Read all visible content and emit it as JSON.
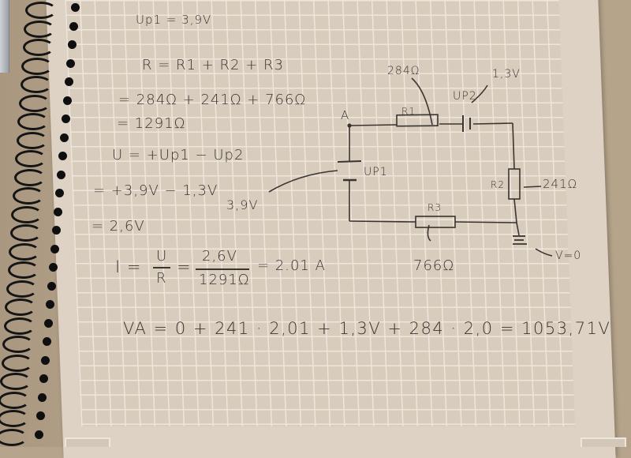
{
  "notes": {
    "up1_given": "Up1 = 3,9V",
    "resistance_formula": "R = R1 + R2 + R3",
    "resistance_values": "= 284Ω + 241Ω + 766Ω",
    "resistance_total": "= 1291Ω",
    "voltage_formula": "U = +Up1 − Up2",
    "voltage_values": "= +3,9V − 1,3V",
    "voltage_result": "= 2,6V",
    "current_label": "I =",
    "current_fraction_num": "U",
    "current_fraction_den": "R",
    "current_equals": "=",
    "current_value_num": "2,6V",
    "current_value_den": "1291Ω",
    "current_result": "= 2.01 A",
    "va_equation": "VA =  0  + 241 · 2,01 + 1,3V + 284 · 2,0 = 1053,71V"
  },
  "circuit": {
    "node_a": "A",
    "r1_label": "R1",
    "r1_value": "284Ω",
    "r2_label": "R2",
    "r2_value": "241Ω",
    "r3_label": "R3",
    "r3_value": "766Ω",
    "up1_label": "UP1",
    "up1_value": "3,9V",
    "up2_label": "UP2",
    "up2_value": "1,3V",
    "ground_label": "V=0"
  },
  "colors": {
    "ink": "#3a3530",
    "paper": "#ddd2c4",
    "grid_line": "#eee6dc",
    "desk": "#b6a48c",
    "spiral": "#151515"
  }
}
